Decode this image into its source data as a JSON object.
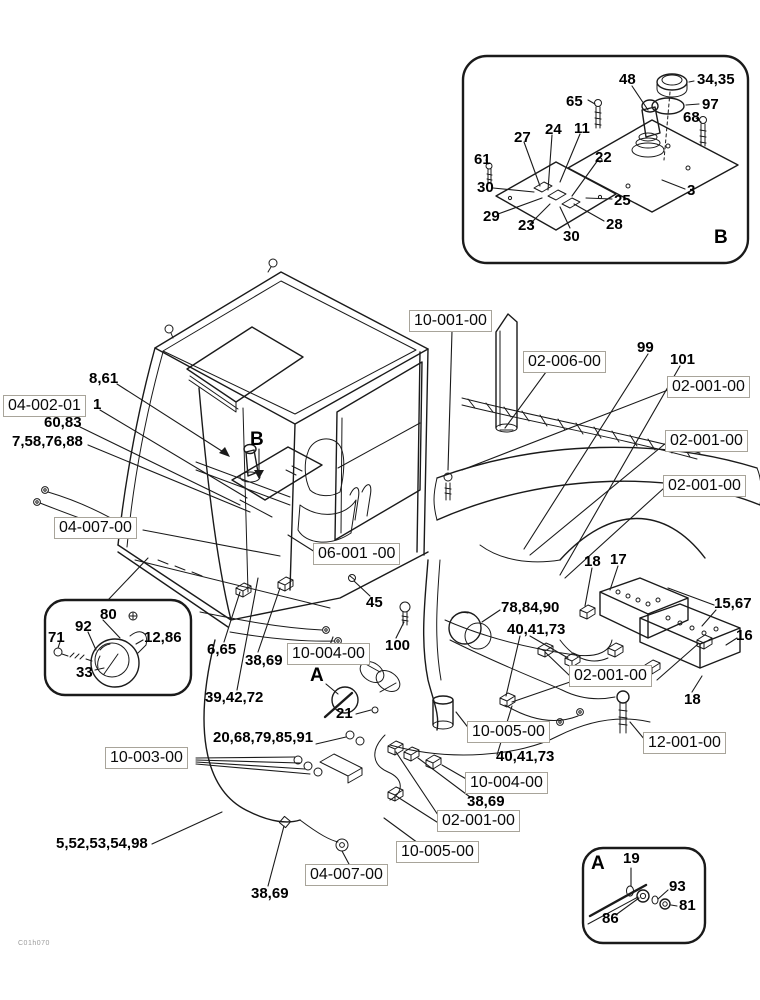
{
  "page": {
    "watermark": "C01h070"
  },
  "diagram": {
    "colors": {
      "line": "#1a1a1a",
      "ref_box_border": "#a8a49a",
      "text": "#000000",
      "background": "#ffffff"
    },
    "ref_boxes": [
      "04-002-01",
      "10-001-00",
      "02-006-00",
      "02-001-00",
      "02-001-00",
      "02-001-00",
      "04-007-00",
      "06-001 -00",
      "10-004-00",
      "02-001-00",
      "10-005-00",
      "12-001-00",
      "10-003-00",
      "10-004-00",
      "02-001-00",
      "10-005-00",
      "04-007-00"
    ],
    "callouts": [
      "8,61",
      "1",
      "60,83",
      "7,58,76,88",
      "99",
      "101",
      "18",
      "17",
      "15,67",
      "16",
      "78,84,90",
      "40,41,73",
      "18",
      "45",
      "100",
      "6,65",
      "38,69",
      "39,42,72",
      "21",
      "20,68,79,85,91",
      "40,41,73",
      "38,69",
      "5,52,53,54,98",
      "38,69"
    ],
    "pointer_labels": {
      "a": "A",
      "b": "B"
    },
    "horn_inset": {
      "callouts": [
        "80",
        "92",
        "71",
        "33",
        "12,86"
      ]
    },
    "inset_b": {
      "label": "B",
      "callouts": [
        "48",
        "34,35",
        "97",
        "68",
        "65",
        "27",
        "24",
        "11",
        "22",
        "61",
        "30",
        "29",
        "23",
        "30",
        "25",
        "28",
        "3"
      ]
    },
    "inset_a": {
      "label": "A",
      "callouts": [
        "19",
        "93",
        "81",
        "86"
      ]
    }
  }
}
